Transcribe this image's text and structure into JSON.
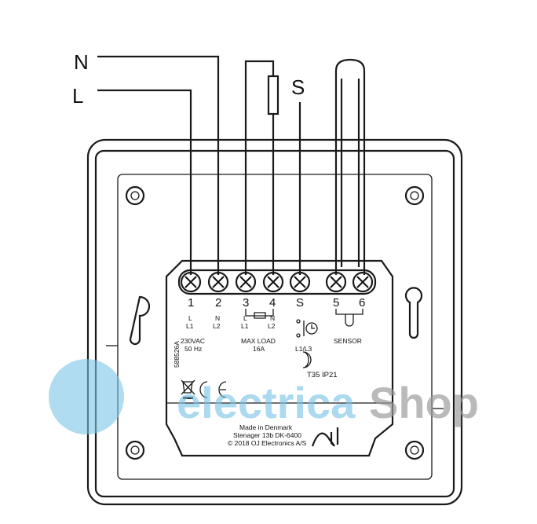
{
  "wires": {
    "neutral": "N",
    "line": "L",
    "sensor_wire": "S"
  },
  "terminals": [
    {
      "num": "1",
      "sub1": "L",
      "sub2": "L1"
    },
    {
      "num": "2",
      "sub1": "N",
      "sub2": "L2"
    },
    {
      "num": "3",
      "sub1": "L",
      "sub2": "L1"
    },
    {
      "num": "4",
      "sub1": "N",
      "sub2": "L2"
    },
    {
      "num": "S"
    },
    {
      "num": "5"
    },
    {
      "num": "6"
    }
  ],
  "labels": {
    "supply_1": "230VAC",
    "supply_2": "50 Hz",
    "load_1": "MAX LOAD",
    "load_2": "16A",
    "s_mode": "L1/L3",
    "sensor": "SENSOR",
    "part_no": "588526A",
    "rating": "T35  IP21",
    "made_1": "Made in Denmark",
    "made_2": "Stenager 13b DK-6400",
    "made_3": "© 2018 OJ Electronics  A/S",
    "logo": "OJ"
  },
  "watermark": {
    "part1": "electrica",
    "part2": "Shop",
    "color1": "#7cc4e8",
    "color2": "#9a9a9a"
  }
}
